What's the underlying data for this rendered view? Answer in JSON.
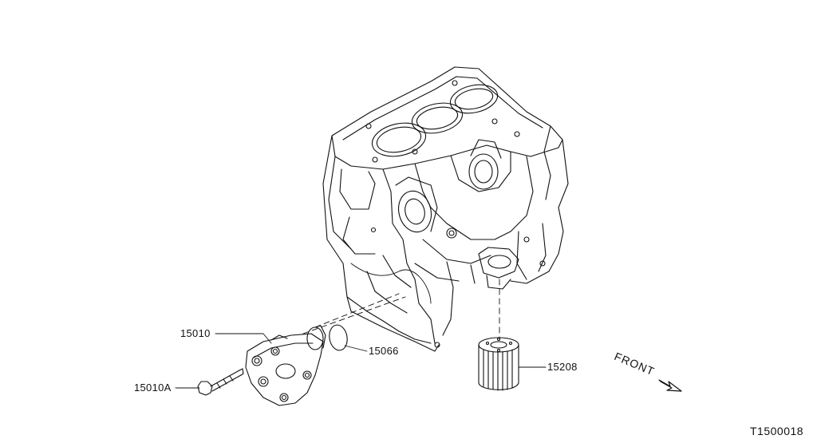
{
  "parts": [
    {
      "id": "oil-pump",
      "label": "15010"
    },
    {
      "id": "oil-pump-bolt",
      "label": "15010A"
    },
    {
      "id": "oil-pump-gasket",
      "label": "15066"
    },
    {
      "id": "oil-filter",
      "label": "15208"
    }
  ],
  "direction_label": "FRONT",
  "diagram_code": "T1500018",
  "colors": {
    "line": "#111111",
    "background": "#ffffff"
  }
}
